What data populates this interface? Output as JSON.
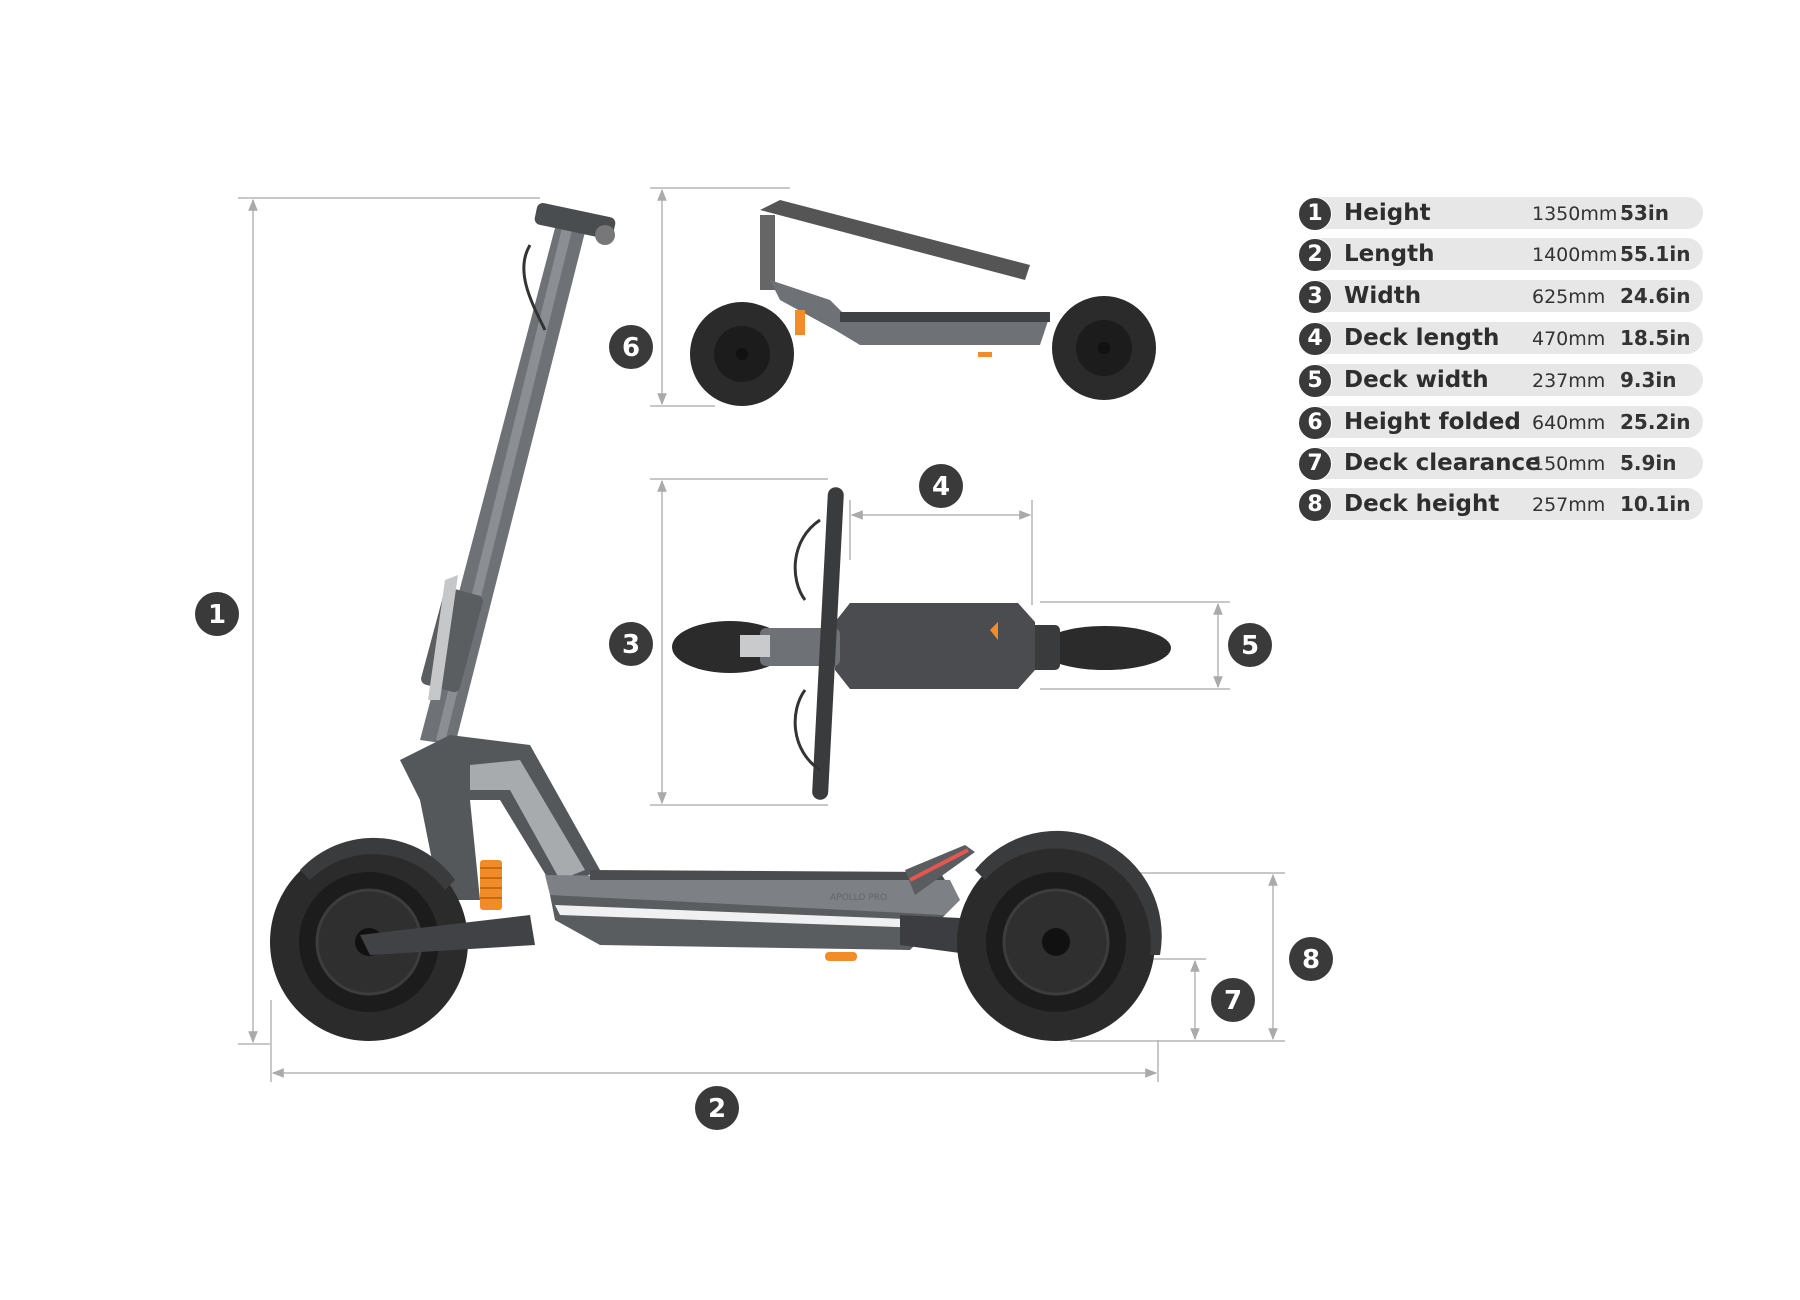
{
  "brand": {
    "deck_logo": "APOLLO PRO"
  },
  "colors": {
    "badge": "#3a3a3a",
    "pill": "#e7e7e7",
    "dimension_line": "#b5b5b5",
    "accent_orange": "#f28c28",
    "accent_red": "#e8554e"
  },
  "specs": [
    {
      "num": "1",
      "label": "Height",
      "mm": "1350mm",
      "in": "53in"
    },
    {
      "num": "2",
      "label": "Length",
      "mm": "1400mm",
      "in": "55.1in"
    },
    {
      "num": "3",
      "label": "Width",
      "mm": "625mm",
      "in": "24.6in"
    },
    {
      "num": "4",
      "label": "Deck length",
      "mm": "470mm",
      "in": "18.5in"
    },
    {
      "num": "5",
      "label": "Deck width",
      "mm": "237mm",
      "in": "9.3in"
    },
    {
      "num": "6",
      "label": "Height folded",
      "mm": "640mm",
      "in": "25.2in"
    },
    {
      "num": "7",
      "label": "Deck clearance",
      "mm": "150mm",
      "in": "5.9in"
    },
    {
      "num": "8",
      "label": "Deck height",
      "mm": "257mm",
      "in": "10.1in"
    }
  ]
}
